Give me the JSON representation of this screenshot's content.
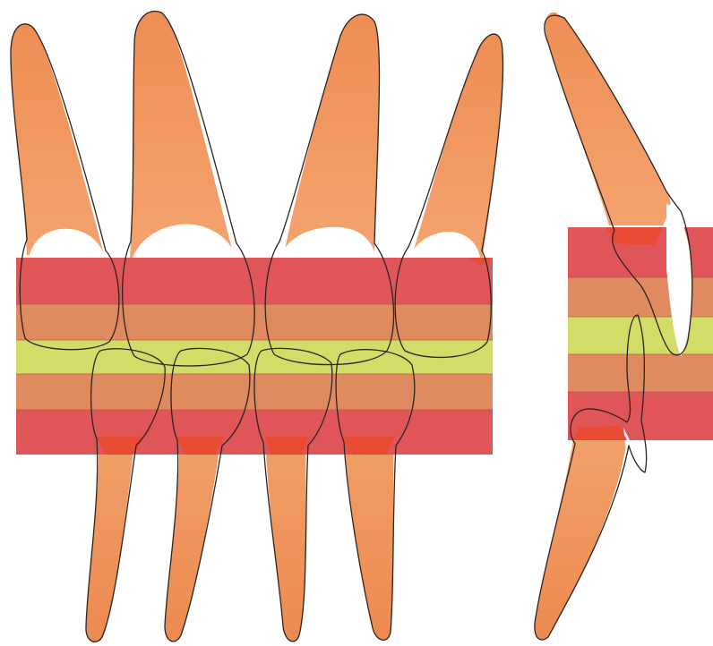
{
  "diagram": {
    "band_colors": {
      "outer": "#e05558",
      "middle": "#e08a60",
      "center": "#d3dc66"
    },
    "tooth_colors": {
      "root": "#f0955e",
      "crown_tip": "#e94a32",
      "crown_white": "#ffffff",
      "outline": "#2a2420"
    },
    "views": [
      {
        "view": "front",
        "upper_teeth": 4,
        "lower_teeth": 4
      },
      {
        "view": "side",
        "upper_teeth": 1,
        "lower_teeth": 1
      }
    ]
  }
}
